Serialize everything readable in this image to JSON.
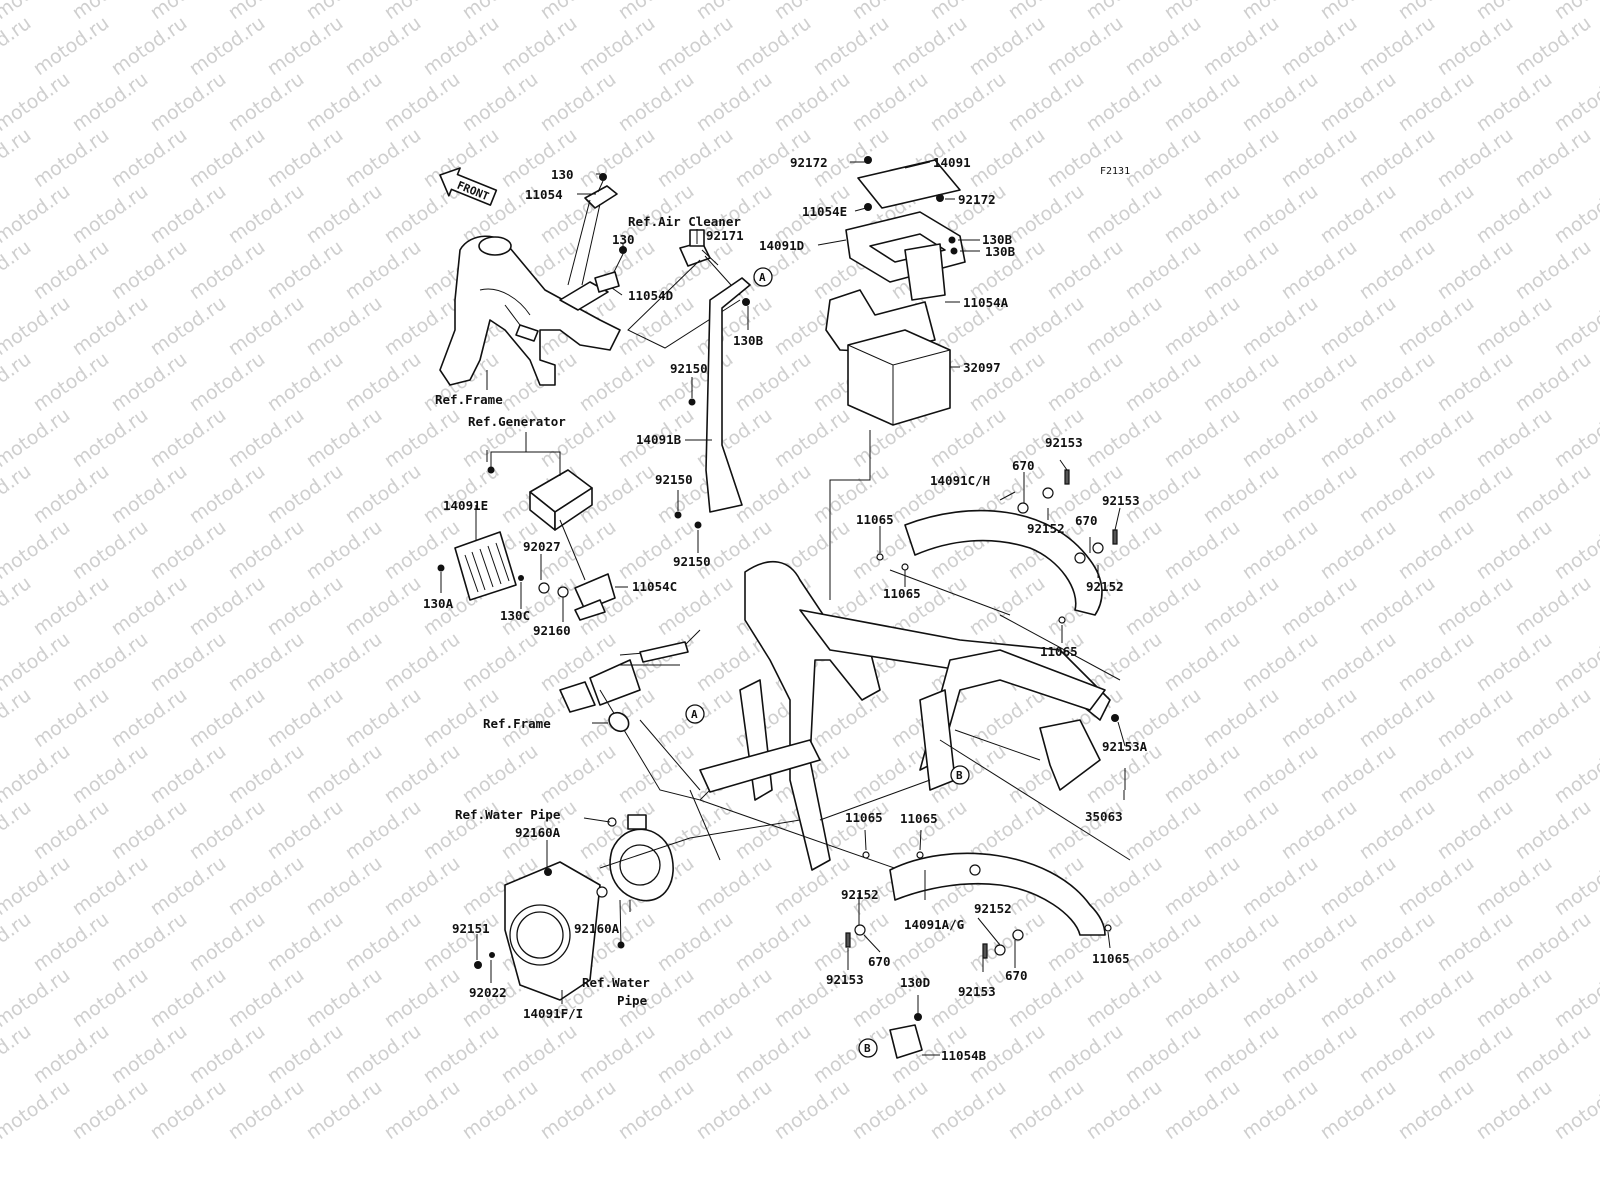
{
  "watermark": "motod.ru",
  "figure_code": "F2131",
  "front_label": "FRONT",
  "callouts": {
    "A": "A",
    "B": "B"
  },
  "labels": [
    {
      "id": "p130_top",
      "text": "130"
    },
    {
      "id": "p11054",
      "text": "11054"
    },
    {
      "id": "ref_air_cleaner",
      "text": "Ref.Air Cleaner"
    },
    {
      "id": "p130_mid",
      "text": "130"
    },
    {
      "id": "p92171",
      "text": "92171"
    },
    {
      "id": "p11054D",
      "text": "11054D"
    },
    {
      "id": "p130B_air",
      "text": "130B"
    },
    {
      "id": "ref_frame_top",
      "text": "Ref.Frame"
    },
    {
      "id": "p92172_a",
      "text": "92172"
    },
    {
      "id": "p14091",
      "text": "14091"
    },
    {
      "id": "p92172_b",
      "text": "92172"
    },
    {
      "id": "p11054E",
      "text": "11054E"
    },
    {
      "id": "p14091D",
      "text": "14091D"
    },
    {
      "id": "p130B_a",
      "text": "130B"
    },
    {
      "id": "p130B_b",
      "text": "130B"
    },
    {
      "id": "p11054A",
      "text": "11054A"
    },
    {
      "id": "p32097",
      "text": "32097"
    },
    {
      "id": "p92150_a",
      "text": "92150"
    },
    {
      "id": "p14091B",
      "text": "14091B"
    },
    {
      "id": "p92150_b",
      "text": "92150"
    },
    {
      "id": "p92150_c",
      "text": "92150"
    },
    {
      "id": "ref_generator",
      "text": "Ref.Generator"
    },
    {
      "id": "p14091E",
      "text": "14091E"
    },
    {
      "id": "p92027",
      "text": "92027"
    },
    {
      "id": "p11054C",
      "text": "11054C"
    },
    {
      "id": "p130A",
      "text": "130A"
    },
    {
      "id": "p130C",
      "text": "130C"
    },
    {
      "id": "p92160",
      "text": "92160"
    },
    {
      "id": "p92153_a",
      "text": "92153"
    },
    {
      "id": "p670_a",
      "text": "670"
    },
    {
      "id": "p14091CH",
      "text": "14091C/H"
    },
    {
      "id": "p92153_b",
      "text": "92153"
    },
    {
      "id": "p11065_a",
      "text": "11065"
    },
    {
      "id": "p92152_a",
      "text": "92152"
    },
    {
      "id": "p670_b",
      "text": "670"
    },
    {
      "id": "p11065_b",
      "text": "11065"
    },
    {
      "id": "p92152_b",
      "text": "92152"
    },
    {
      "id": "p11065_c",
      "text": "11065"
    },
    {
      "id": "ref_frame_mid",
      "text": "Ref.Frame"
    },
    {
      "id": "p92153A",
      "text": "92153A"
    },
    {
      "id": "p35063",
      "text": "35063"
    },
    {
      "id": "ref_water_pipe_a",
      "text": "Ref.Water Pipe"
    },
    {
      "id": "p92160A_a",
      "text": "92160A"
    },
    {
      "id": "p92160A_b",
      "text": "92160A"
    },
    {
      "id": "p92151",
      "text": "92151"
    },
    {
      "id": "p92022",
      "text": "92022"
    },
    {
      "id": "p14091FI",
      "text": "14091F/I"
    },
    {
      "id": "ref_water_b1",
      "text": "Ref.Water"
    },
    {
      "id": "ref_water_b2",
      "text": "Pipe"
    },
    {
      "id": "p11065_d",
      "text": "11065"
    },
    {
      "id": "p11065_e",
      "text": "11065"
    },
    {
      "id": "p92152_c",
      "text": "92152"
    },
    {
      "id": "p92152_d",
      "text": "92152"
    },
    {
      "id": "p14091AG",
      "text": "14091A/G"
    },
    {
      "id": "p670_c",
      "text": "670"
    },
    {
      "id": "p92153_c",
      "text": "92153"
    },
    {
      "id": "p92153_d",
      "text": "92153"
    },
    {
      "id": "p670_d",
      "text": "670"
    },
    {
      "id": "p11065_f",
      "text": "11065"
    },
    {
      "id": "p130D",
      "text": "130D"
    },
    {
      "id": "p11054B",
      "text": "11054B"
    }
  ]
}
